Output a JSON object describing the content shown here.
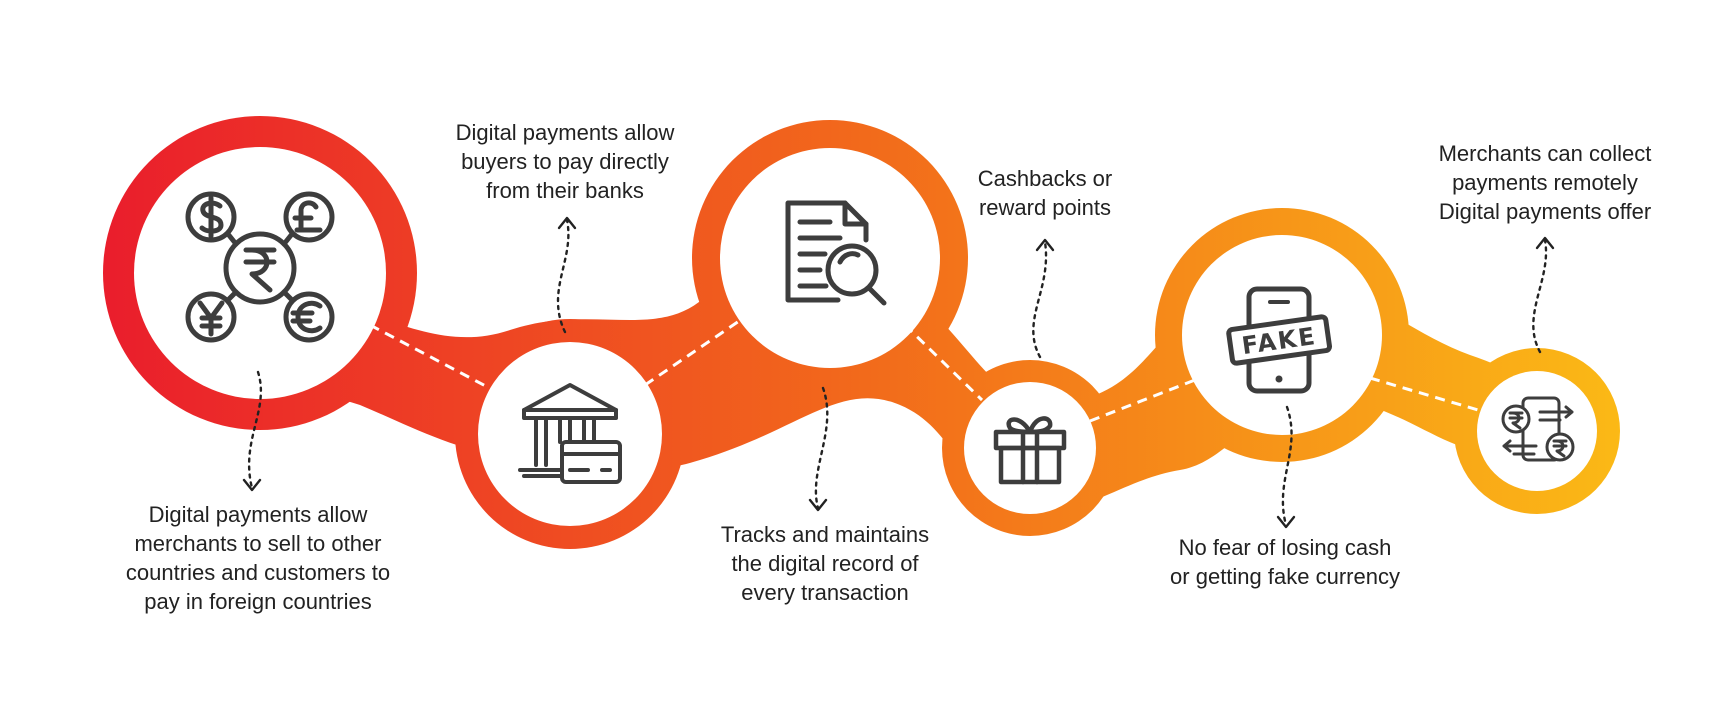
{
  "colors": {
    "gradient_start": "#ea1d2c",
    "gradient_mid": "#f26a1b",
    "gradient_end": "#fbba16",
    "icon": "#3d3d3d",
    "text": "#222222",
    "connector": "#ffffff"
  },
  "steps": [
    {
      "icon": "currency-exchange-icon",
      "caption": [
        "Digital payments allow",
        "merchants to sell to other",
        "countries and customers to",
        "pay in foreign countries"
      ]
    },
    {
      "icon": "bank-card-icon",
      "caption": [
        "Digital payments allow",
        "buyers to pay directly",
        "from their banks"
      ]
    },
    {
      "icon": "document-search-icon",
      "caption": [
        "Tracks and maintains",
        "the digital record of",
        "every transaction"
      ]
    },
    {
      "icon": "gift-icon",
      "caption": [
        "Cashbacks or",
        "reward points"
      ]
    },
    {
      "icon": "fake-phone-icon",
      "caption": [
        "No fear of losing cash",
        "or getting fake currency"
      ]
    },
    {
      "icon": "rupee-transfer-icon",
      "caption": [
        "Merchants can collect",
        "payments remotely",
        "Digital payments offer"
      ]
    }
  ]
}
